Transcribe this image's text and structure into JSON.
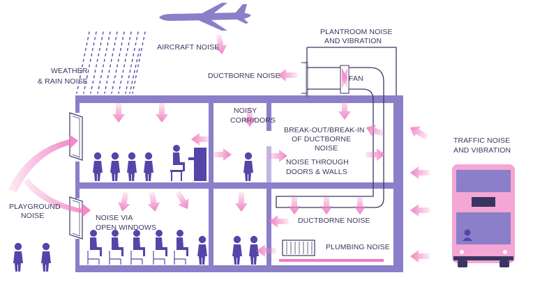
{
  "labels": {
    "aircraft": "AIRCRAFT NOISE",
    "plantroom_1": "PLANTROOM NOISE",
    "plantroom_2": "AND VIBRATION",
    "weather_1": "WEATHER",
    "weather_2": "& RAIN NOISE",
    "ductborne_top": "DUCTBORNE NOISE",
    "fan": "FAN",
    "noisy_1": "NOISY",
    "noisy_2": "CORRIDORS",
    "breakout_1": "BREAK-OUT/BREAK-IN",
    "breakout_2": "OF DUCTBORNE",
    "breakout_3": "NOISE",
    "through_1": "NOISE THROUGH",
    "through_2": "DOORS & WALLS",
    "traffic_1": "TRAFFIC NOISE",
    "traffic_2": "AND VIBRATION",
    "playground_1": "PLAYGROUND",
    "playground_2": "NOISE",
    "windows_1": "NOISE VIA",
    "windows_2": "OPEN WINDOWS",
    "ductborne_lower": "DUCTBORNE NOISE",
    "plumbing": "PLUMBING NOISE"
  },
  "colors": {
    "structure": "#8a7fc8",
    "figure": "#5346a8",
    "arrow": "#f07cc0",
    "bus": "#f4a6d4",
    "text": "#3a3560"
  },
  "icons": [
    "airplane-icon",
    "rain-icon",
    "fan-icon",
    "duct-icon",
    "radiator-icon",
    "bus-icon",
    "person-icon",
    "piano-icon",
    "noise-arrow-icon"
  ]
}
